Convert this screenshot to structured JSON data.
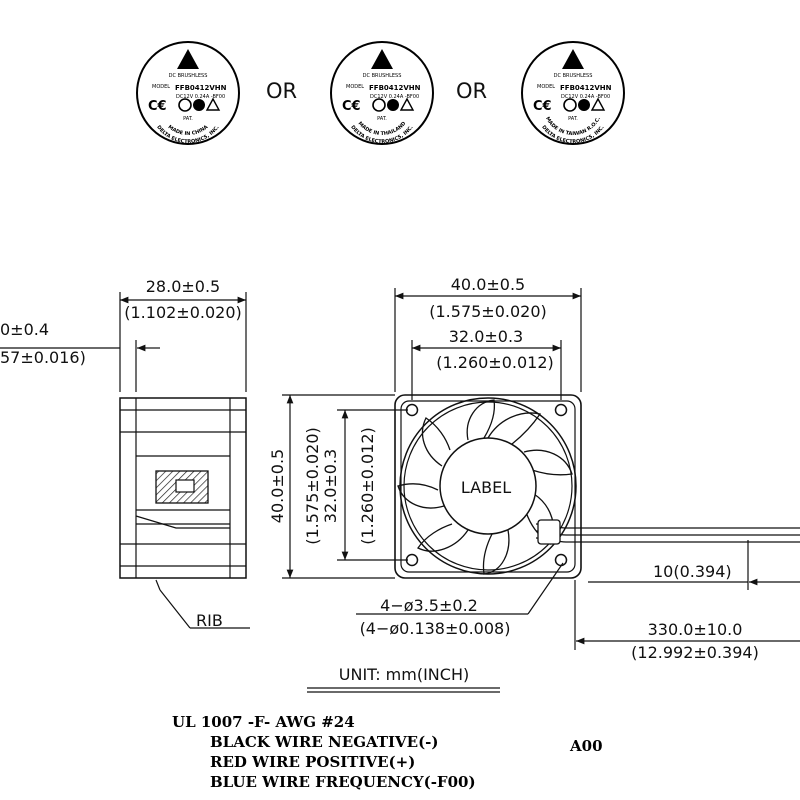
{
  "labels_row": {
    "items": [
      {
        "brand": "DC BRUSHLESS",
        "model_tag": "MODEL",
        "model": "FFB0412VHN",
        "rating": "DC12V  0.24A  -BF00",
        "pat": "PAT.",
        "maker": "DELTA ELECTRONICS, INC.",
        "origin": "MADE IN CHINA"
      },
      {
        "brand": "DC BRUSHLESS",
        "model_tag": "MODEL",
        "model": "FFB0412VHN",
        "rating": "DC12V  0.24A  -BF00",
        "pat": "PAT.",
        "maker": "DELTA ELECTRONICS, INC.",
        "origin": "MADE IN THAILAND"
      },
      {
        "brand": "DC BRUSHLESS",
        "model_tag": "MODEL",
        "model": "FFB0412VHN",
        "rating": "DC12V  0.24A  -BF00",
        "pat": "PAT.",
        "maker": "DELTA ELECTRONICS, INC.",
        "origin": "MADE IN TAIWAN R.O.C."
      }
    ],
    "separators": [
      "OR",
      "OR"
    ]
  },
  "side_view": {
    "width_dim": "28.0±0.5",
    "width_dim_in": "(1.102±0.020)",
    "rib_dim": "0±0.4",
    "rib_dim_in": "57±0.016)",
    "rib_label": "RIB"
  },
  "front_view": {
    "outer_h_dim": "40.0±0.5",
    "outer_h_dim_in": "(1.575±0.020)",
    "hole_h_dim": "32.0±0.3",
    "hole_h_dim_in": "(1.260±0.012)",
    "outer_v_dim": "40.0±0.5",
    "outer_v_dim_in": "(1.575±0.020)",
    "hole_v_dim": "32.0±0.3",
    "hole_v_dim_in": "(1.260±0.012)",
    "hub_label": "LABEL",
    "hole_dim": "4−ø3.5±0.2",
    "hole_dim_in": "(4−ø0.138±0.008)",
    "strip_dim": "10(0.394)",
    "lead_dim": "330.0±10.0",
    "lead_dim_in": "(12.992±0.394)"
  },
  "unit": "UNIT:  mm(INCH)",
  "notes": {
    "cable": "UL 1007 -F- AWG #24",
    "wires": [
      "BLACK WIRE NEGATIVE(-)",
      "RED WIRE POSITIVE(+)",
      "BLUE WIRE FREQUENCY(-F00)"
    ],
    "revision": "A00"
  }
}
